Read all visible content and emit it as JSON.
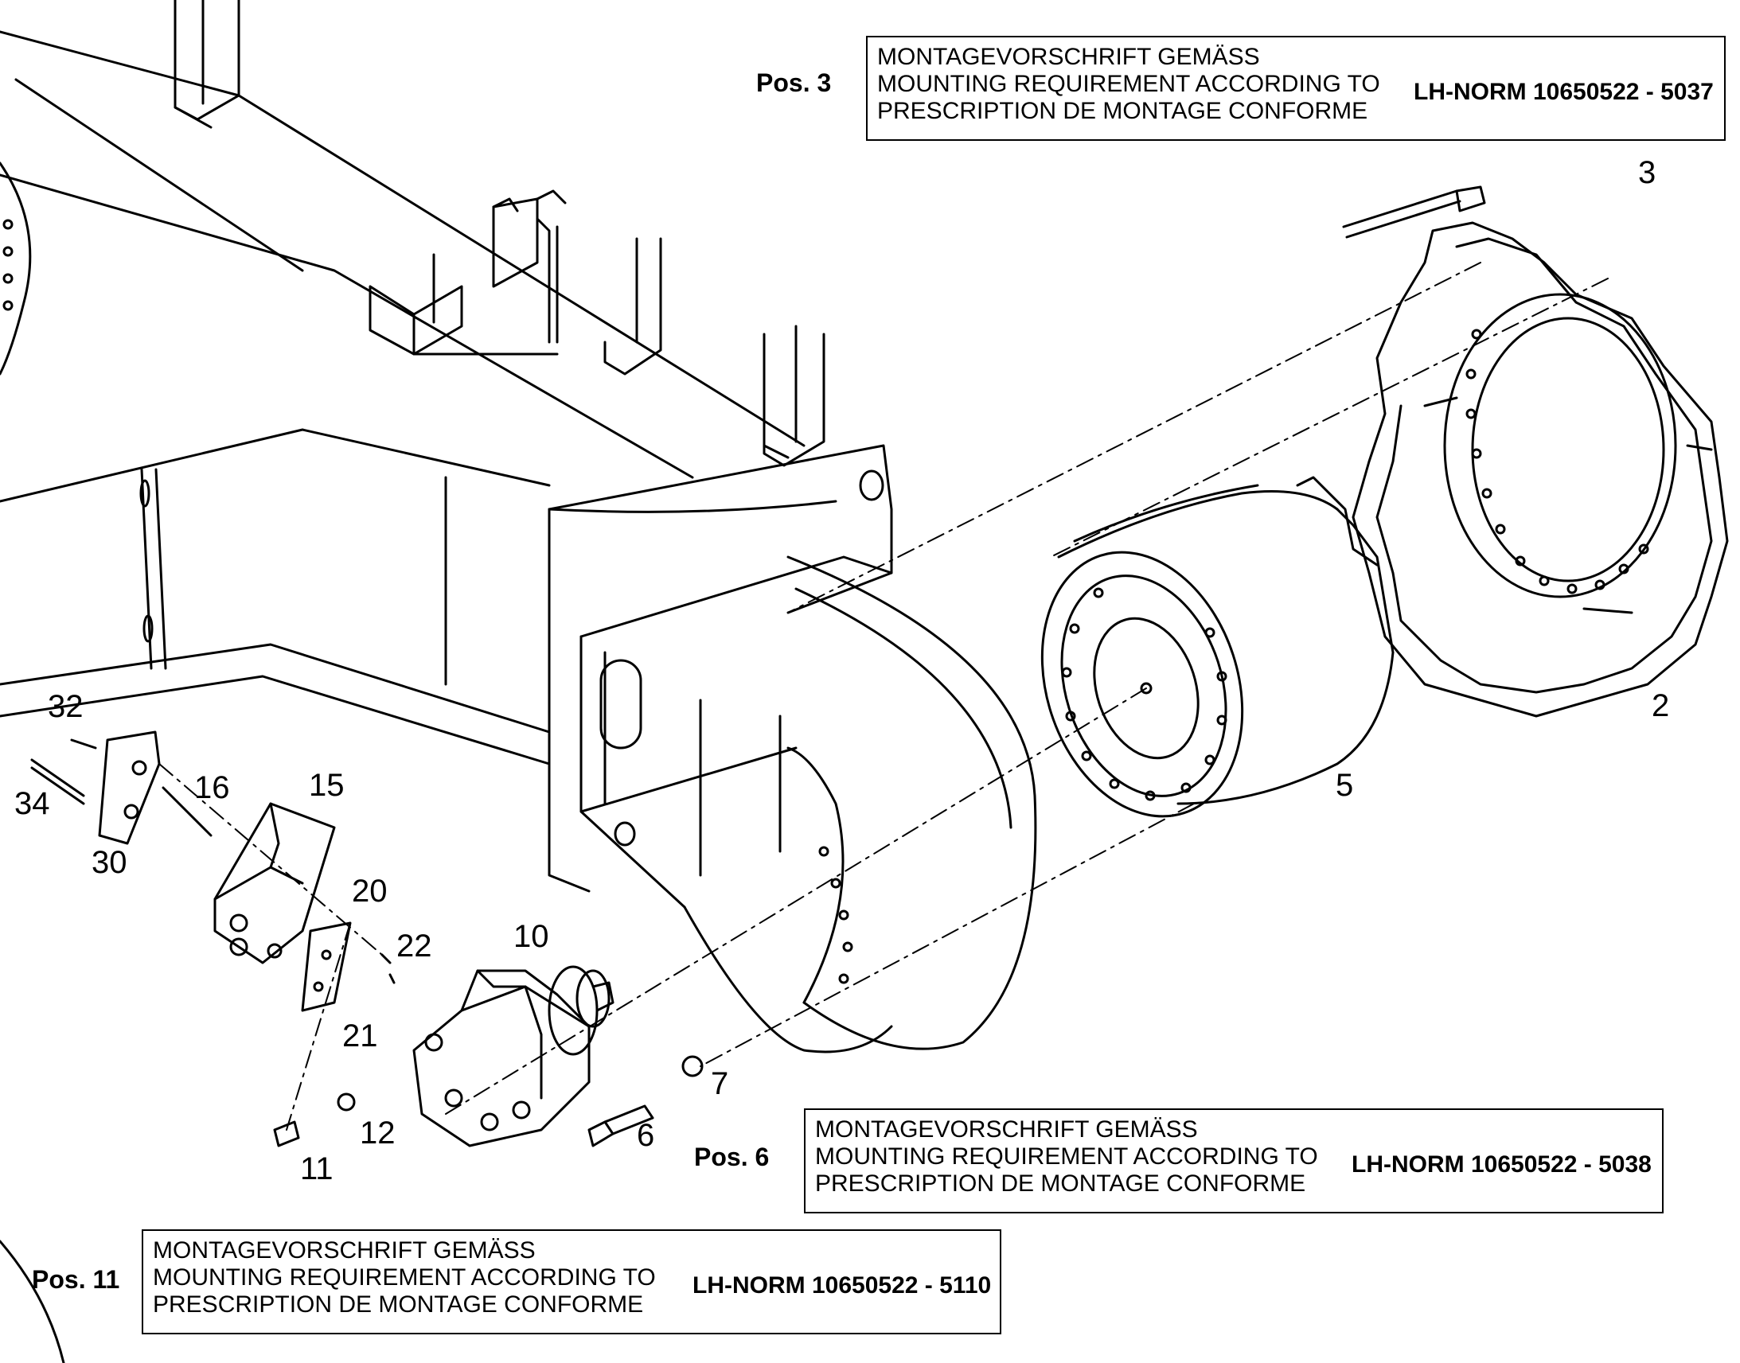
{
  "notes": [
    {
      "pos": "Pos. 3",
      "line_de": "MONTAGEVORSCHRIFT GEMÄSS",
      "line_en": "MOUNTING REQUIREMENT ACCORDING TO",
      "line_fr": "PRESCRIPTION DE MONTAGE CONFORME",
      "norm": "LH-NORM 10650522 - 5037"
    },
    {
      "pos": "Pos. 6",
      "line_de": "MONTAGEVORSCHRIFT GEMÄSS",
      "line_en": "MOUNTING REQUIREMENT ACCORDING TO",
      "line_fr": "PRESCRIPTION DE MONTAGE CONFORME",
      "norm": "LH-NORM 10650522 - 5038"
    },
    {
      "pos": "Pos. 11",
      "line_de": "MONTAGEVORSCHRIFT GEMÄSS",
      "line_en": "MOUNTING REQUIREMENT ACCORDING TO",
      "line_fr": "PRESCRIPTION DE MONTAGE CONFORME",
      "norm": "LH-NORM 10650522 - 5110"
    }
  ],
  "callouts": {
    "c2": "2",
    "c3": "3",
    "c5": "5",
    "c6": "6",
    "c7": "7",
    "c10": "10",
    "c11": "11",
    "c12": "12",
    "c15": "15",
    "c16": "16",
    "c20": "20",
    "c21": "21",
    "c22": "22",
    "c30": "30",
    "c32": "32",
    "c34": "34"
  }
}
